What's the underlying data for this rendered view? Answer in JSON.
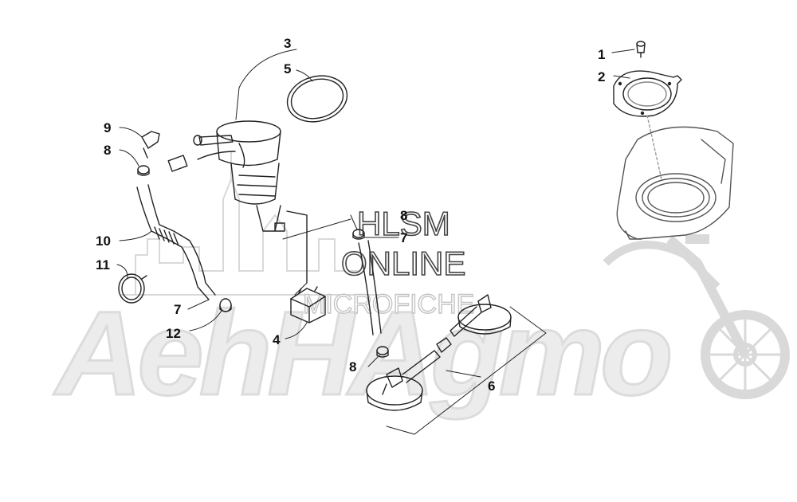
{
  "watermark": {
    "brand": "AehHAgmo",
    "line1": "HLSM",
    "line2": "ONLINE",
    "line3": "MICROFICHE"
  },
  "callouts": [
    {
      "id": "c1",
      "label": "1"
    },
    {
      "id": "c2",
      "label": "2"
    },
    {
      "id": "c3",
      "label": "3"
    },
    {
      "id": "c5",
      "label": "5"
    },
    {
      "id": "c9",
      "label": "9"
    },
    {
      "id": "c8a",
      "label": "8"
    },
    {
      "id": "c10",
      "label": "10"
    },
    {
      "id": "c11",
      "label": "11"
    },
    {
      "id": "c7a",
      "label": "7"
    },
    {
      "id": "c12",
      "label": "12"
    },
    {
      "id": "c4",
      "label": "4"
    },
    {
      "id": "c8b",
      "label": "8"
    },
    {
      "id": "c7b",
      "label": "7"
    },
    {
      "id": "c8c",
      "label": "8"
    },
    {
      "id": "c6",
      "label": "6"
    }
  ]
}
